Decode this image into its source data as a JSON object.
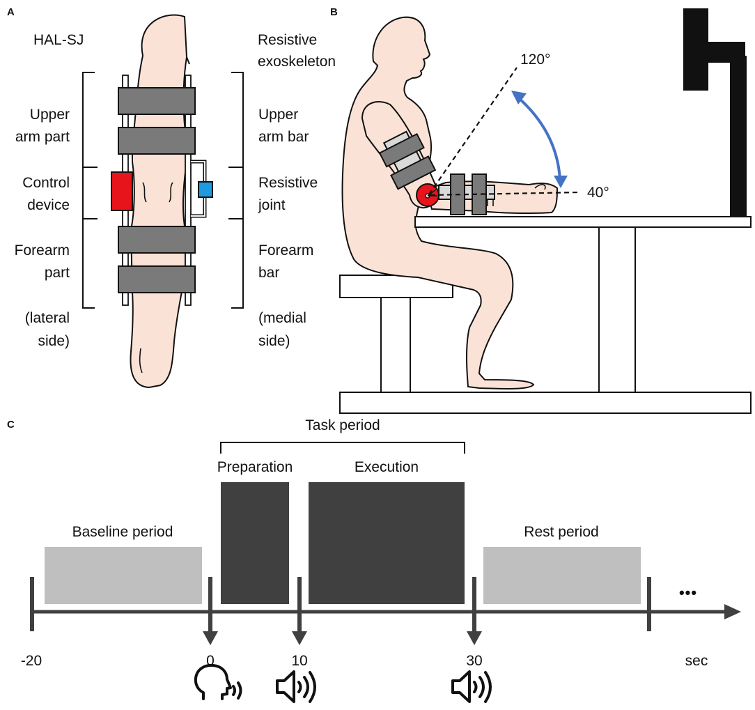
{
  "panels": {
    "a": "A",
    "b": "B",
    "c": "C"
  },
  "panel_a": {
    "left_title": "HAL-SJ",
    "right_title": [
      "Resistive",
      "exoskeleton"
    ],
    "left_labels": {
      "upper": [
        "Upper",
        "arm part"
      ],
      "control": [
        "Control",
        "device"
      ],
      "forearm": [
        "Forearm",
        "part"
      ],
      "side": [
        "(lateral",
        "side)"
      ]
    },
    "right_labels": {
      "upper": [
        "Upper",
        "arm bar"
      ],
      "joint": [
        "Resistive",
        "joint"
      ],
      "forearm": [
        "Forearm",
        "bar"
      ],
      "side": [
        "(medial",
        "side)"
      ]
    },
    "colors": {
      "skin": "#fae3d6",
      "strap": "#7a7a7a",
      "control_device": "#e8141b",
      "resistive_joint": "#1e9be0"
    }
  },
  "panel_b": {
    "angle_max": "120°",
    "angle_min": "40°",
    "colors": {
      "arc_arrow": "#4472c4",
      "joint": "#e8141b",
      "monitor": "#111111"
    }
  },
  "panel_c": {
    "task_period": "Task period",
    "preparation": "Preparation",
    "execution": "Execution",
    "baseline": "Baseline period",
    "rest": "Rest period",
    "ellipsis": "•••",
    "ticks": [
      "-20",
      "0",
      "10",
      "30"
    ],
    "unit": "sec",
    "cue_icons": [
      "speaking-head-icon",
      "speaker-icon",
      "speaker-icon"
    ],
    "colors": {
      "task_block": "#404040",
      "period_block": "#bfbfbf",
      "axis": "#404040"
    }
  }
}
